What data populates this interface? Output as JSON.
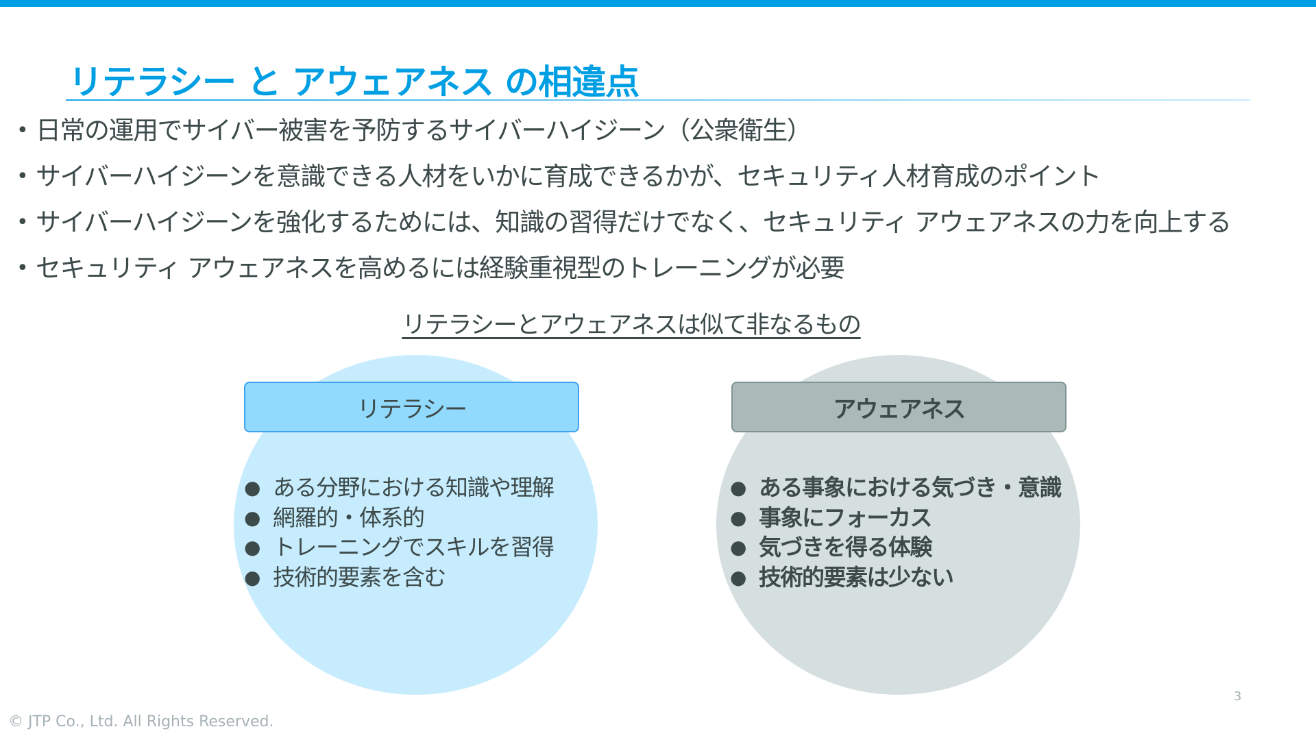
{
  "slide": {
    "title": "リテラシー と アウェアネス の相違点",
    "bullets": [
      "日常の運用でサイバー被害を予防するサイバーハイジーン（公衆衛生）",
      "サイバーハイジーンを意識できる人材をいかに育成できるかが、セキュリティ人材育成のポイント",
      "サイバーハイジーンを強化するためには、知識の習得だけでなく、セキュリティ アウェアネスの力を向上する",
      "セキュリティ アウェアネスを高めるには経験重視型のトレーニングが必要"
    ],
    "bullet_glyph": "•",
    "subtitle": "リテラシーとアウェアネスは似て非なるもの",
    "literacy": {
      "heading": "リテラシー",
      "items": [
        "ある分野における知識や理解",
        "網羅的・体系的",
        "トレーニングでスキルを習得",
        "技術的要素を含む"
      ]
    },
    "awareness": {
      "heading": "アウェアネス",
      "items": [
        "ある事象における気づき・意識",
        "事象にフォーカス",
        "気づきを得る体験",
        "技術的要素は少ない"
      ]
    },
    "list_glyph": "●",
    "page_number": "3",
    "footer": "© JTP Co., Ltd. All Rights Reserved.",
    "colors": {
      "accent": "#009fe3",
      "literacy_fill": "#c7ecfd",
      "awareness_fill": "#d6dfdf",
      "text": "#3d4a4a"
    }
  }
}
